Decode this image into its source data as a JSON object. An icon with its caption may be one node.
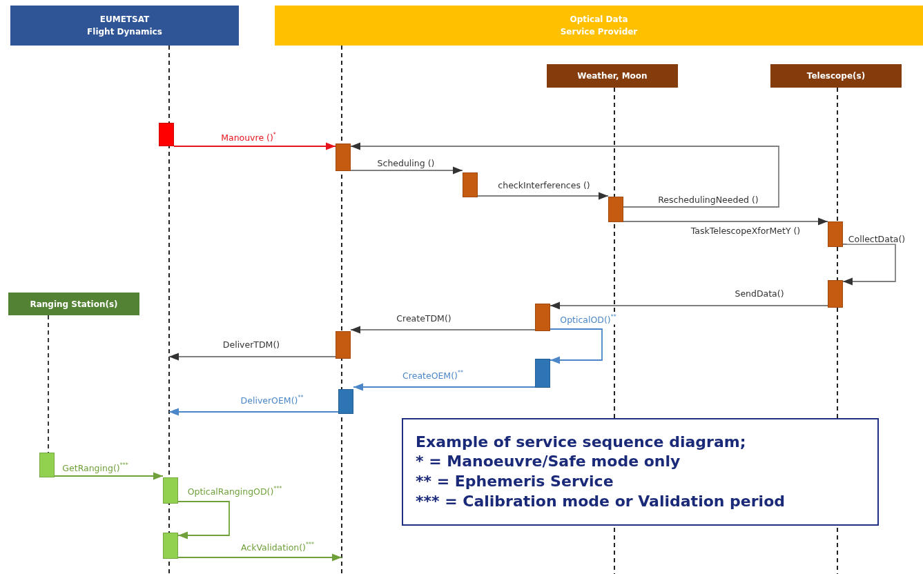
{
  "diagram": {
    "nodes": [
      {
        "text": [
          "EUMETSAT Flight Dynamics"
        ]
      },
      {
        "text": [
          "Optical Data Service Provider"
        ]
      },
      {
        "text": [
          "Weather, Moon"
        ]
      },
      {
        "text": [
          "Telescope(s)"
        ]
      },
      {
        "text": [
          "Ranging Station(s)"
        ]
      },
      {
        "text": [],
        "shape": "bar"
      },
      {
        "text": [],
        "shape": "bar"
      },
      {
        "text": [],
        "shape": "bar"
      },
      {
        "text": [],
        "shape": "bar"
      },
      {
        "text": [],
        "shape": "bar"
      },
      {
        "text": [],
        "shape": "bar"
      },
      {
        "text": [],
        "shape": "bar"
      },
      {
        "text": [],
        "shape": "bar"
      },
      {
        "text": [],
        "shape": "bar"
      },
      {
        "text": [],
        "shape": "bar"
      },
      {
        "text": [],
        "shape": "bar"
      },
      {
        "text": [],
        "shape": "bar"
      },
      {
        "text": [],
        "shape": "bar"
      },
      {
        "text": [
          "Example of service sequence diagram;",
          "* = Manoeuvre/Safe mode only",
          "** = Ephemeris Service",
          "*** = Calibration mode or Validation period"
        ]
      }
    ],
    "edges": [
      {
        "from": 4,
        "to": 15,
        "arrow": "none",
        "style": "dashed",
        "color": "#222222"
      },
      {
        "from": 5,
        "to": 6,
        "arrow": "to",
        "label": "Manouvre ()$^{*}$",
        "color": "#e8141c"
      },
      {
        "from": 8,
        "to": 6,
        "arrow": "to",
        "label": "ReschedulingNeeded ()"
      },
      {
        "from": 6,
        "to": 7,
        "arrow": "to",
        "label": "Scheduling ()"
      },
      {
        "from": 7,
        "to": 8,
        "arrow": "to",
        "label": "checkInterferences ()"
      },
      {
        "from": 8,
        "to": 9,
        "arrow": "to",
        "label": "TaskTelescopeXforMetY ()"
      },
      {
        "from": 9,
        "to": 10,
        "arrow": "to",
        "label": "CollectData()"
      },
      {
        "from": 10,
        "to": 11,
        "arrow": "to",
        "label": "SendData()"
      },
      {
        "from": 11,
        "to": 12,
        "arrow": "to",
        "label": "CreateTDM()"
      },
      {
        "from": 12,
        "to": null,
        "arrow": "to",
        "label": "DeliverTDM()"
      },
      {
        "from": 11,
        "to": 13,
        "arrow": "to",
        "label": "OpticalOD()$^{**}$",
        "color": "#4a86c8"
      },
      {
        "from": 13,
        "to": 14,
        "arrow": "to",
        "label": "CreateOEM()$^{**}$",
        "color": "#4a86c8"
      },
      {
        "from": 14,
        "to": null,
        "arrow": "to",
        "label": "DeliverOEM()$^{**}$",
        "color": "#4a86c8"
      },
      {
        "from": 15,
        "to": 16,
        "arrow": "to",
        "label": "GetRanging()$^{***}$",
        "color": "#6fa03a"
      },
      {
        "from": 16,
        "to": 17,
        "arrow": "to",
        "label": "OpticalRangingOD()$^{***}$",
        "color": "#6fa03a"
      },
      {
        "from": 17,
        "to": null,
        "arrow": "to",
        "label": "AckValidation()$^{***}$",
        "color": "#6fa03a"
      }
    ]
  }
}
